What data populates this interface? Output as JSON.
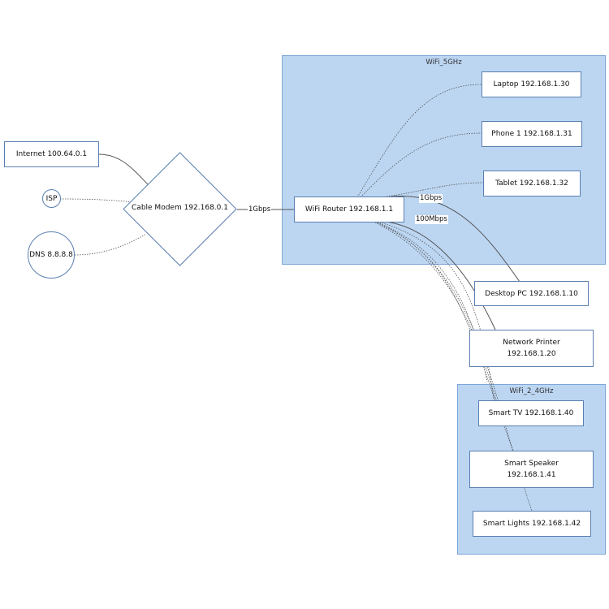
{
  "groups": {
    "wifi5": "WiFi_5GHz",
    "wifi24": "WiFi_2_4GHz"
  },
  "nodes": {
    "internet": "Internet 100.64.0.1",
    "isp": "ISP",
    "dns": "DNS 8.8.8.8",
    "modem": "Cable Modem 192.168.0.1",
    "router": "WiFi Router 192.168.1.1",
    "laptop": "Laptop 192.168.1.30",
    "phone": "Phone 1 192.168.1.31",
    "tablet": "Tablet 192.168.1.32",
    "desktop": "Desktop PC 192.168.1.10",
    "printer_line1": "Network Printer",
    "printer_line2": "192.168.1.20",
    "tv": "Smart TV 192.168.1.40",
    "speaker_line1": "Smart Speaker",
    "speaker_line2": "192.168.1.41",
    "lights": "Smart Lights 192.168.1.42"
  },
  "edge_labels": {
    "modem_router": "1Gbps",
    "router_desktop": "1Gbps",
    "router_printer": "100Mbps"
  },
  "colors": {
    "group_fill": "#bcd6f2",
    "node_border": "#5a7fb0",
    "edge": "#555555"
  }
}
